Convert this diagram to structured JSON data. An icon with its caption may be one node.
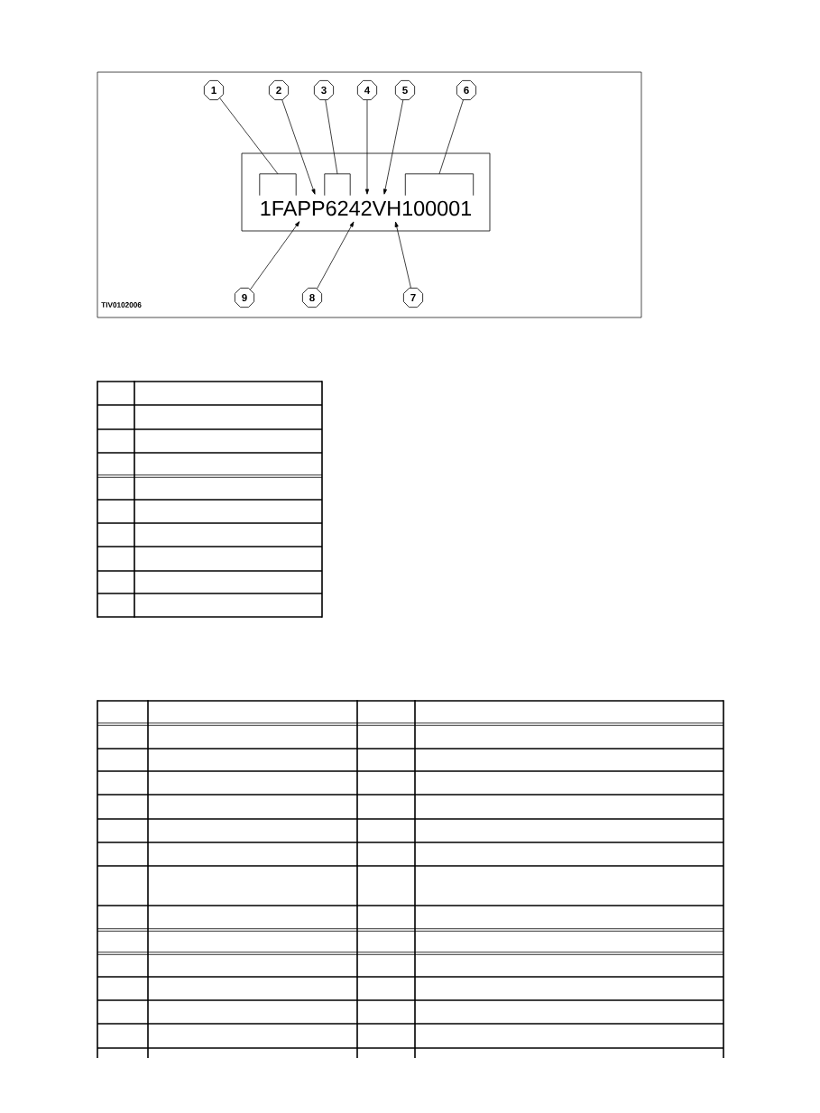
{
  "diagram": {
    "nodes": [
      {
        "text": [
          "1"
        ]
      },
      {
        "text": [
          "2"
        ]
      },
      {
        "text": [
          "3"
        ]
      },
      {
        "text": [
          "4"
        ]
      },
      {
        "text": [
          "5"
        ]
      },
      {
        "text": [
          "6"
        ]
      },
      {
        "text": [
          "1FAPP6242VH100001"
        ]
      },
      {
        "text": [],
        "shape": "bracket",
        "in": 6
      },
      {
        "text": [],
        "shape": "bracket",
        "in": 6
      },
      {
        "text": [],
        "shape": "bracket",
        "in": 6
      },
      {
        "text": [
          "9"
        ]
      },
      {
        "text": [
          "8"
        ]
      },
      {
        "text": [
          "7"
        ]
      }
    ],
    "edges": [
      {
        "from": 0,
        "to": 7,
        "arrow": "none"
      },
      {
        "from": 1,
        "to": 6,
        "arrow": "to"
      },
      {
        "from": 2,
        "to": 8,
        "arrow": "none"
      },
      {
        "from": 3,
        "to": 6,
        "arrow": "to"
      },
      {
        "from": 4,
        "to": 6,
        "arrow": "to"
      },
      {
        "from": 5,
        "to": 9,
        "arrow": "none"
      },
      {
        "from": 10,
        "to": 6,
        "arrow": "to"
      },
      {
        "from": 11,
        "to": 6,
        "arrow": "to"
      },
      {
        "from": 12,
        "to": 6,
        "arrow": "to"
      }
    ],
    "labels": [
      "TIV0102006"
    ]
  }
}
